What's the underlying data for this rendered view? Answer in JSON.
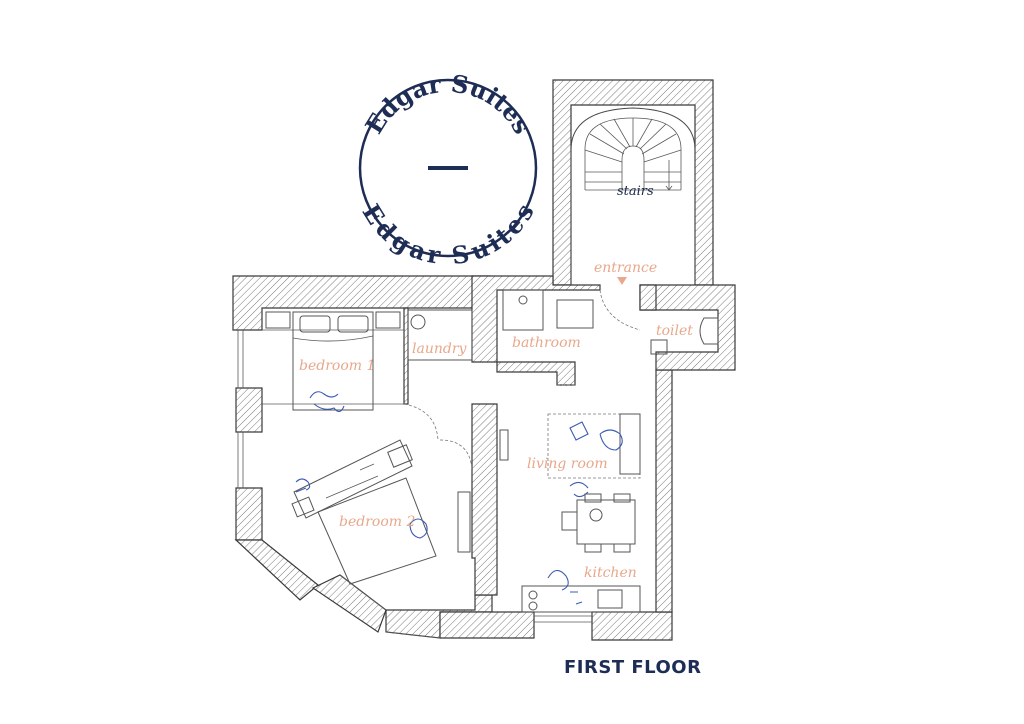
{
  "logo": {
    "top_text": "Edgar Suites",
    "bottom_text": "Edgar Suites"
  },
  "rooms": {
    "stairs": "stairs",
    "entrance": "entrance",
    "toilet": "toilet",
    "bathroom": "bathroom",
    "laundry": "laundry",
    "bedroom1": "bedroom 1",
    "bedroom2": "bedroom 2",
    "living_room": "living room",
    "kitchen": "kitchen"
  },
  "floor_title": "FIRST FLOOR",
  "colors": {
    "brand_navy": "#1e2d55",
    "room_label": "#e8a88c",
    "person_blue": "#3b5bb5"
  }
}
